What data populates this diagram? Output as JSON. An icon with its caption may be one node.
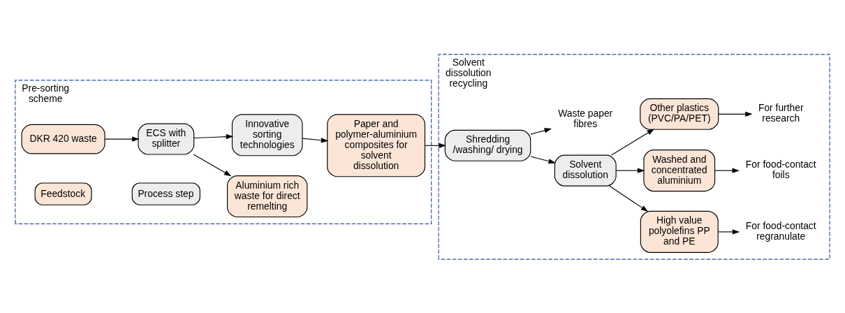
{
  "diagram": {
    "nodes": [
      {
        "text": [
          "Pre-sorting scheme"
        ]
      },
      {
        "text": [
          "Solvent dissolution recycling"
        ]
      },
      {
        "text": [
          "DKR 420 waste"
        ],
        "in": 0
      },
      {
        "text": [
          "Aluminium rich waste for direct remelting"
        ],
        "in": 0
      },
      {
        "text": [
          "ECS with splitter"
        ],
        "in": 0
      },
      {
        "text": [
          "Innovative sorting technologies"
        ],
        "in": 0
      },
      {
        "text": [
          "Paper and polymer-aluminium composites for solvent dissolution"
        ],
        "in": 0
      },
      {
        "text": [
          "Shredding /washing/ drying"
        ],
        "in": 1
      },
      {
        "text": [
          "High value polyolefins PP and PE"
        ],
        "in": 1
      },
      {
        "text": [
          "Solvent dissolution"
        ],
        "in": 1
      },
      {
        "text": [
          "Washed and concentrated aluminium"
        ],
        "in": 1
      },
      {
        "text": [
          "Other plastics (PVC/PA/PET)"
        ],
        "in": 1
      },
      {
        "text": [
          "Waste paper fibres"
        ],
        "in": 1
      },
      {
        "text": [
          "For food-contact regranulate"
        ],
        "in": 1
      },
      {
        "text": [
          "For food-contact foils"
        ],
        "in": 1
      },
      {
        "text": [
          "For further research"
        ],
        "in": 1
      }
    ],
    "edges": [
      {
        "from": 2,
        "to": 4,
        "arrow": "to"
      },
      {
        "from": 4,
        "to": 3,
        "arrow": "to"
      },
      {
        "from": 4,
        "to": 5,
        "arrow": "to"
      },
      {
        "from": 5,
        "to": 6,
        "arrow": "to"
      },
      {
        "from": 6,
        "to": 7,
        "arrow": "to"
      },
      {
        "from": 7,
        "to": 12,
        "arrow": "to"
      },
      {
        "from": 7,
        "to": 9,
        "arrow": "to"
      },
      {
        "from": 9,
        "to": 8,
        "arrow": "to"
      },
      {
        "from": 9,
        "to": 10,
        "arrow": "to"
      },
      {
        "from": 9,
        "to": 11,
        "arrow": "to"
      },
      {
        "from": 8,
        "to": 13,
        "arrow": "to"
      },
      {
        "from": 10,
        "to": 14,
        "arrow": "to"
      },
      {
        "from": 11,
        "to": 15,
        "arrow": "to"
      }
    ],
    "legend": [
      {
        "text": "Feedstock",
        "color": "#fbe5d6"
      },
      {
        "text": "Process step",
        "color": "#ededed"
      }
    ]
  }
}
